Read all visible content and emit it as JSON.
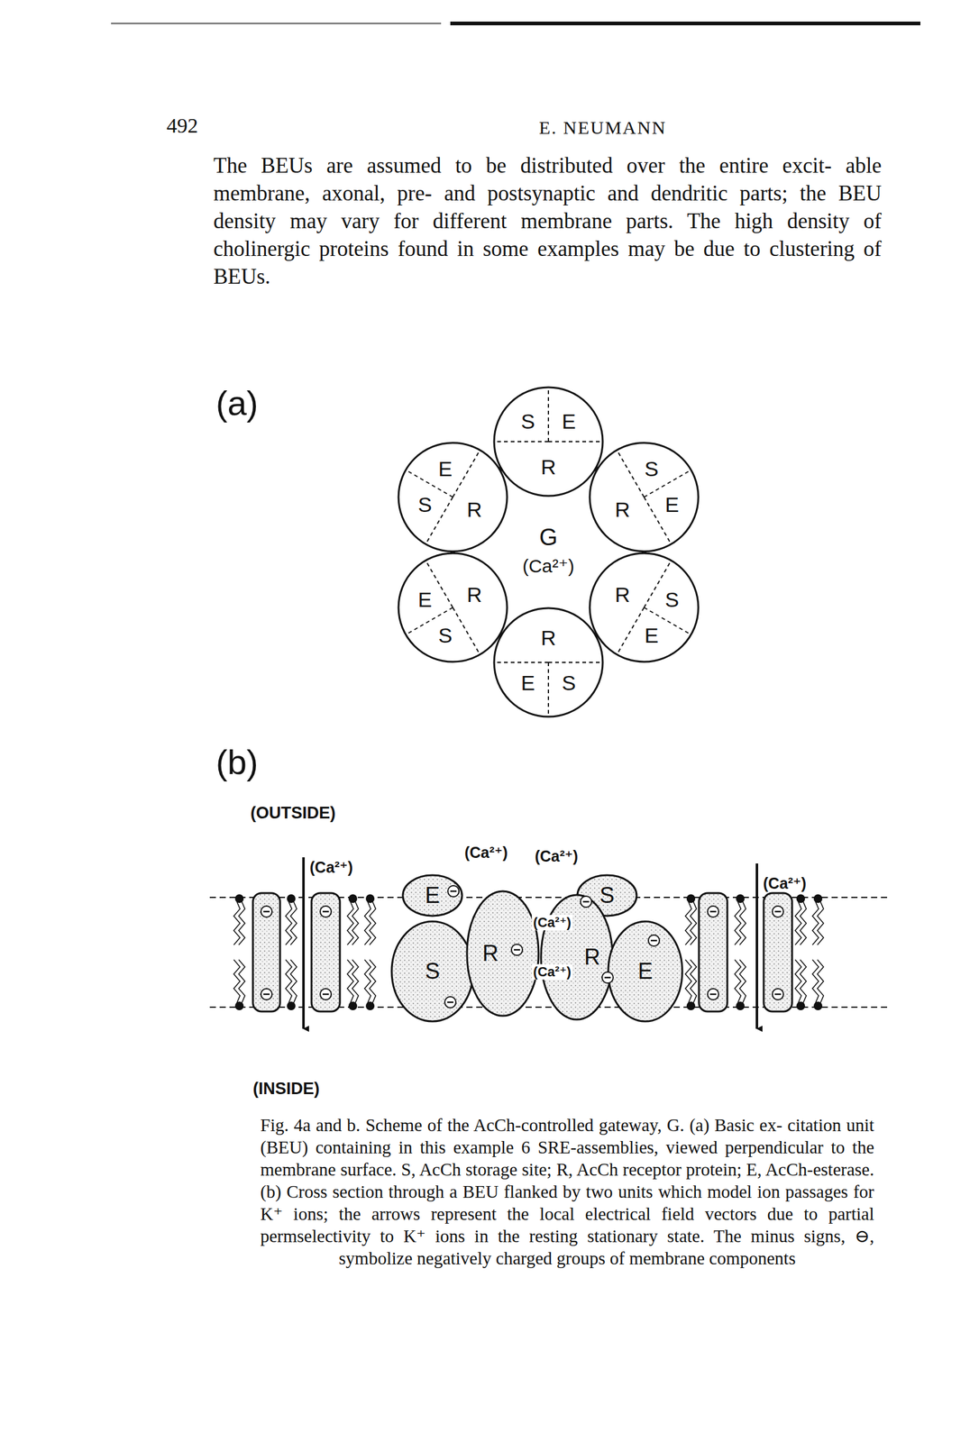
{
  "diagram": {
    "caption": "Fig. 4a and b. Scheme of the AcCh-controlled gateway, G. (a) Basic ex- citation unit (BEU) containing in this example 6 SRE-assemblies, viewed perpendicular to the membrane surface. S, AcCh storage site; R, AcCh receptor protein; E, AcCh-esterase. (b) Cross section through a BEU flanked by two units which model ion passages for K⁺ ions; the arrows represent the local electrical field vectors due to partial permselectivity to K⁺ ions in the resting stationary state. The minus signs, ⊖, symbolize negatively charged groups of membrane components",
    "nodes": [
      {
        "text": [
          "S",
          "E",
          "R"
        ]
      },
      {
        "text": [
          "E",
          "S",
          "R"
        ]
      },
      {
        "text": [
          "S",
          "R",
          "E"
        ]
      },
      {
        "text": [
          "E",
          "R",
          "S"
        ]
      },
      {
        "text": [
          "R",
          "S",
          "E"
        ]
      },
      {
        "text": [
          "R",
          "E",
          "S"
        ]
      },
      {
        "text": [
          "E"
        ]
      },
      {
        "text": [
          "S"
        ]
      },
      {
        "text": [
          "S"
        ]
      },
      {
        "text": [
          "R"
        ]
      },
      {
        "text": [
          "R"
        ]
      },
      {
        "text": [
          "E"
        ]
      }
    ],
    "labels": [
      "492",
      "E. NEUMANN",
      "The BEUs are assumed to be distributed over the entire excit- able membrane, axonal, pre- and postsynaptic and dendritic parts; the BEU density may vary for different membrane parts. The high density of cholinergic proteins found in some examples may be due to clustering of BEUs.",
      "(a)",
      "G",
      "(Ca²⁺)",
      "(b)",
      "(OUTSIDE)",
      "(Ca²⁺)",
      "(Ca²⁺)",
      "(Ca²⁺)",
      "(Ca²⁺)",
      "(Ca²⁺)",
      "(Ca²⁺)",
      "(INSIDE)"
    ]
  }
}
